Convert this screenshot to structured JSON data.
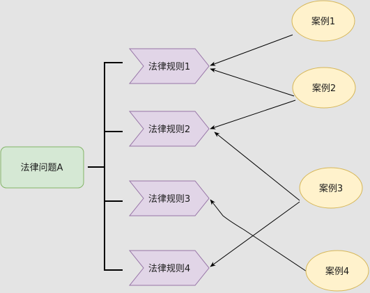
{
  "root": {
    "label": "法律问题A"
  },
  "rules": [
    {
      "label": "法律规则1"
    },
    {
      "label": "法律规则2"
    },
    {
      "label": "法律规则3"
    },
    {
      "label": "法律规则4"
    }
  ],
  "cases": [
    {
      "label": "案例1"
    },
    {
      "label": "案例2"
    },
    {
      "label": "案例3"
    },
    {
      "label": "案例4"
    }
  ],
  "colors": {
    "background": "#e4e4e4",
    "root_fill": "#d5e8d4",
    "root_stroke": "#82b366",
    "rule_fill": "#e1d5e7",
    "rule_stroke": "#9673a6",
    "case_fill": "#fff2cc",
    "case_stroke": "#d6b656",
    "line": "#000000"
  }
}
